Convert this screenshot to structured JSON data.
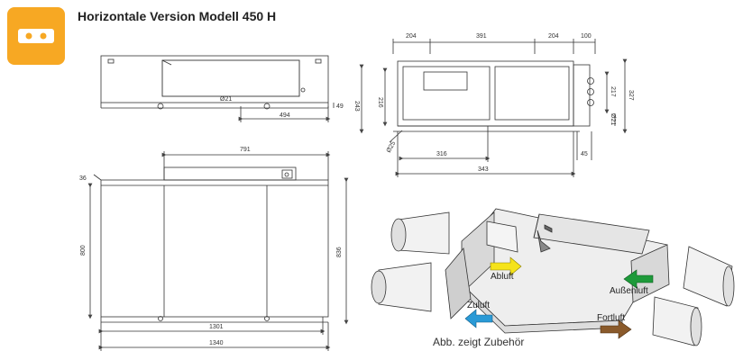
{
  "header": {
    "title": "Horizontale Version Modell 450 H",
    "badge_icon": "ventilation-unit-icon",
    "badge_color": "#f7a823"
  },
  "front_view": {
    "diameter_label": "Ø21",
    "dim_width": "494",
    "dim_height": "49"
  },
  "side_view": {
    "dims_top": [
      "204",
      "391",
      "204",
      "100"
    ],
    "dim_left_outer": "243",
    "dim_left_inner": "216",
    "dim_right_upper": "217",
    "dim_right_lower": "Ø21",
    "dim_right_outer": "327",
    "dim_bottom_inner": "316",
    "dim_bottom_outer": "343",
    "dim_bottom_small": "45",
    "dim_diag": "Ø25"
  },
  "top_view": {
    "dim_top": "791",
    "dim_small": "36",
    "dim_left": "800",
    "dim_right": "836",
    "dim_bottom_inner": "1301",
    "dim_bottom_outer": "1340"
  },
  "iso_view": {
    "labels": {
      "abluft": "Abluft",
      "zuluft": "Zuluft",
      "aussenluft": "Außenluft",
      "fortluft": "Fortluft"
    },
    "arrow_colors": {
      "abluft": "#f5e31a",
      "zuluft": "#2a9ad6",
      "aussenluft": "#1e9a3a",
      "fortluft": "#8a5a2b"
    }
  },
  "caption": "Abb. zeigt Zubehör"
}
